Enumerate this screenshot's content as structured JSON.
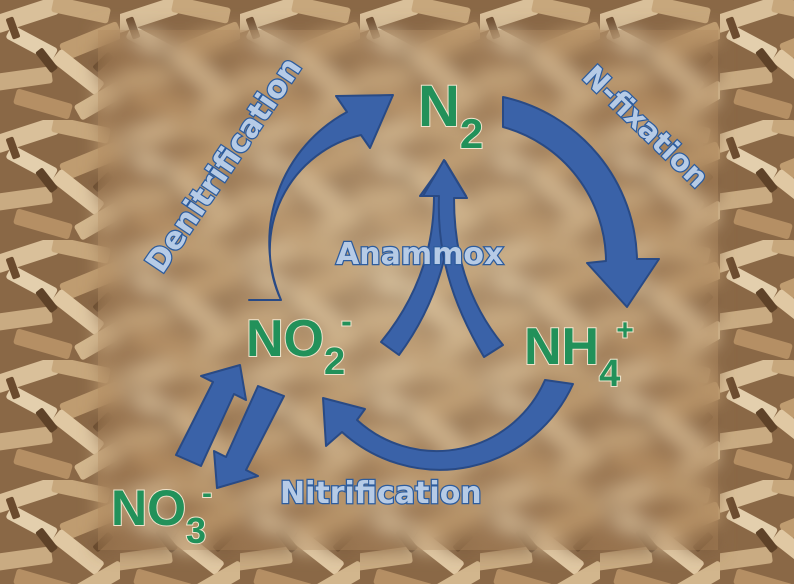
{
  "species": {
    "n2": {
      "base": "N",
      "sub": "2"
    },
    "nh4": {
      "base": "NH",
      "sub": "4",
      "sup": "+"
    },
    "no2": {
      "base": "NO",
      "sub": "2",
      "sup": "-"
    },
    "no3": {
      "base": "NO",
      "sub": "3",
      "sup": "-"
    }
  },
  "processes": {
    "denitrification": "Denitrification",
    "n_fixation": "N-fixation",
    "anammox": "Anammox",
    "nitrification": "Nitrification"
  },
  "colors": {
    "arrow": "#3a62a8",
    "arrow_outline": "#294a85",
    "species_text": "#22915a",
    "process_text": "#b6cbe6",
    "woodchip_background": "#b9946a",
    "panel": "#cdb38e"
  }
}
